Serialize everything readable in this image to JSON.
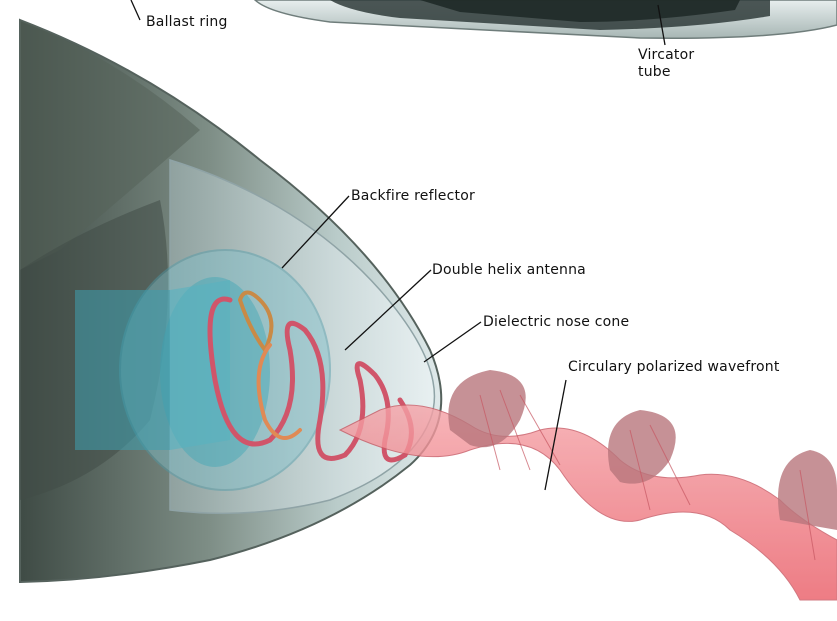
{
  "labels": {
    "ballast_ring": "Ballast ring",
    "vircator_line1": "Vircator",
    "vircator_line2": "tube",
    "backfire_reflector": "Backfire reflector",
    "double_helix_antenna": "Double helix antenna",
    "dielectric_nose_cone": "Dielectric nose cone",
    "wavefront": "Circulary polarized wavefront"
  },
  "colors": {
    "shell": "#c9d9dc",
    "shell_dark": "#5d6b60",
    "reflector": "#6fb6c2",
    "helix": "#d0556a",
    "wave": "#f07a82",
    "wave_edge": "#c75762"
  }
}
